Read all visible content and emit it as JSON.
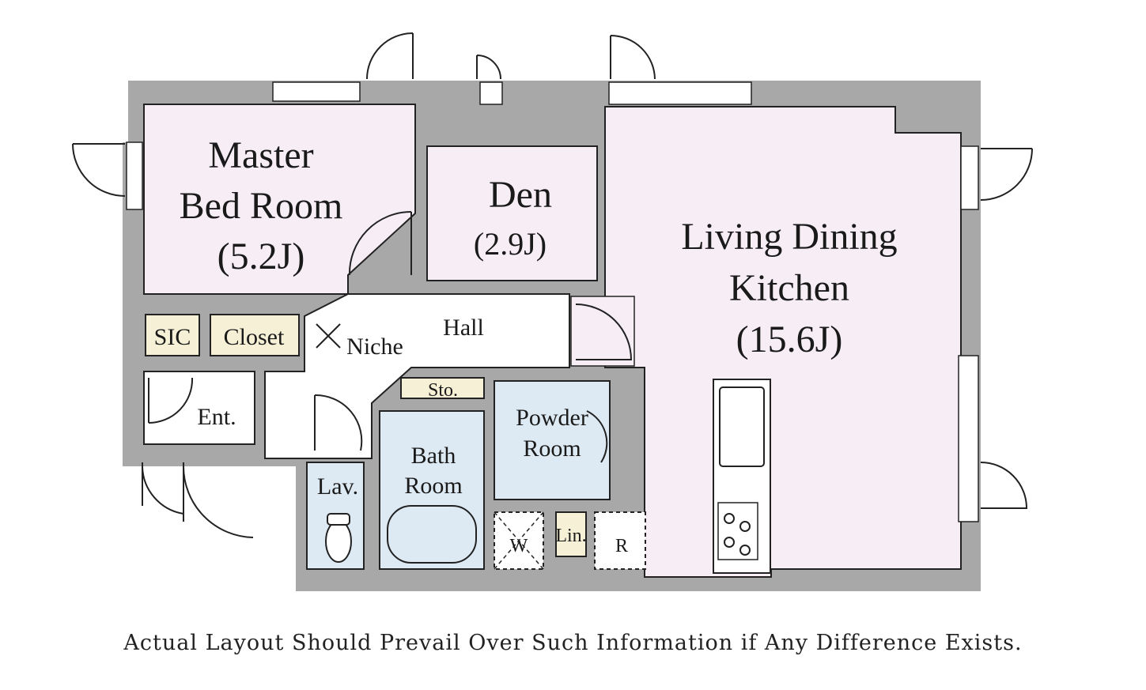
{
  "colors": {
    "wall": "#a8a8a8",
    "dry_room": "#f7eef5",
    "wet_room": "#ddeaf3",
    "storage": "#f6f1d6",
    "hall": "#ffffff",
    "outline": "#222222"
  },
  "rooms": {
    "master_bed": {
      "name_line1": "Master",
      "name_line2": "Bed Room",
      "size": "(5.2J)"
    },
    "den": {
      "name": "Den",
      "size": "(2.9J)"
    },
    "ldk": {
      "name_line1": "Living Dining",
      "name_line2": "Kitchen",
      "size": "(15.6J)"
    },
    "sic": "SIC",
    "closet": "Closet",
    "niche": "Niche",
    "hall": "Hall",
    "storage": "Sto.",
    "entrance": "Ent.",
    "powder": {
      "line1": "Powder",
      "line2": "Room"
    },
    "bath": {
      "line1": "Bath",
      "line2": "Room"
    },
    "lavatory": "Lav.",
    "washer": "W",
    "linen": "Lin.",
    "refrigerator": "R"
  },
  "disclaimer": "Actual Layout Should Prevail Over Such Information if Any Difference Exists."
}
